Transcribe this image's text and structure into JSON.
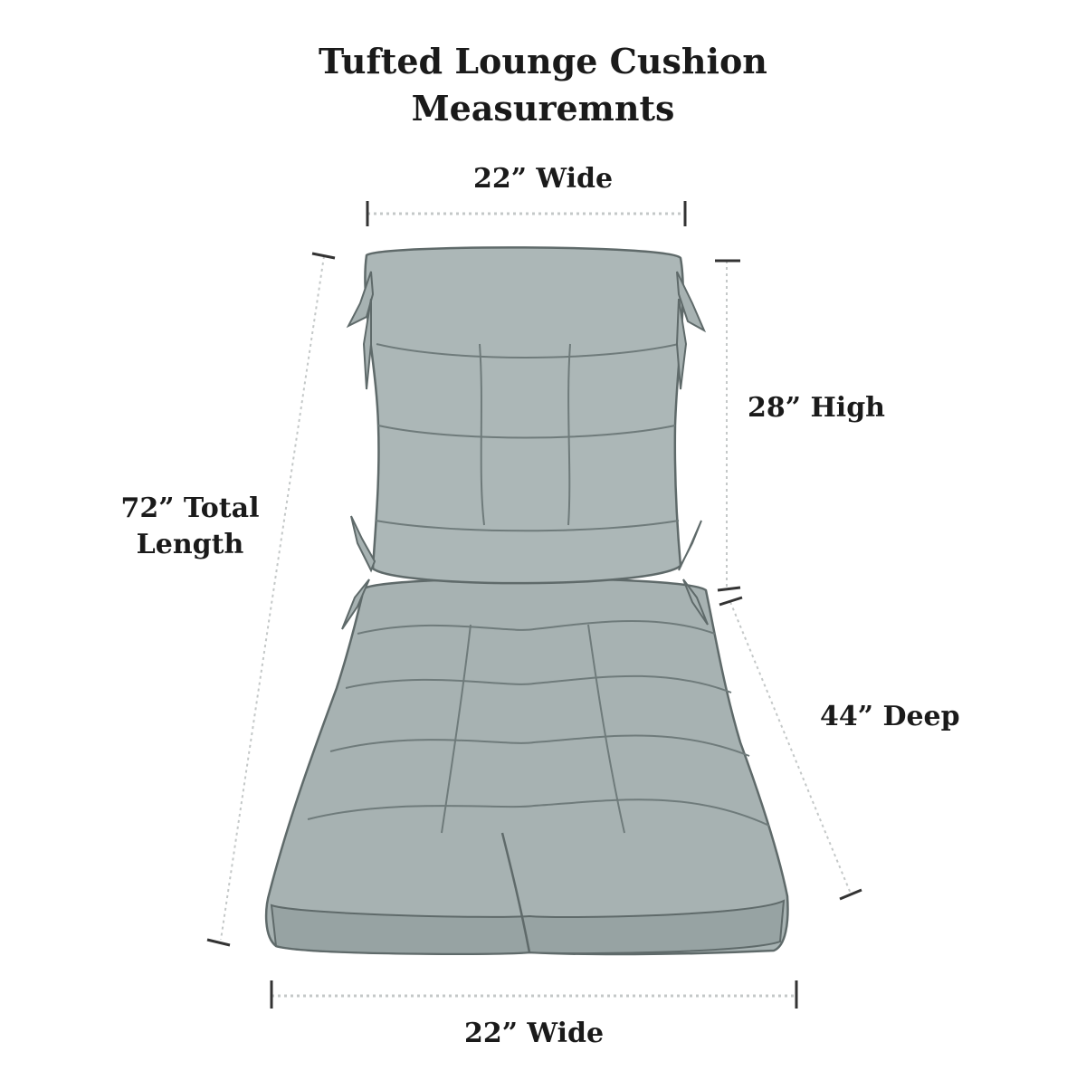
{
  "title": {
    "line1": "Tufted Lounge Cushion",
    "line2": "Measuremnts"
  },
  "dimensions": {
    "top_width": "22” Wide",
    "back_height": "28” High",
    "total_length_line1": "72” Total",
    "total_length_line2": "Length",
    "seat_depth": "44” Deep",
    "bottom_width": "22” Wide"
  },
  "colors": {
    "cushion_fill": "#a9b4b4",
    "cushion_shadow": "#8a9696",
    "cushion_highlight": "#c3cccc",
    "outline": "#5f6a6a",
    "guide_line": "#bfc4c4",
    "text": "#1a1a1a"
  }
}
